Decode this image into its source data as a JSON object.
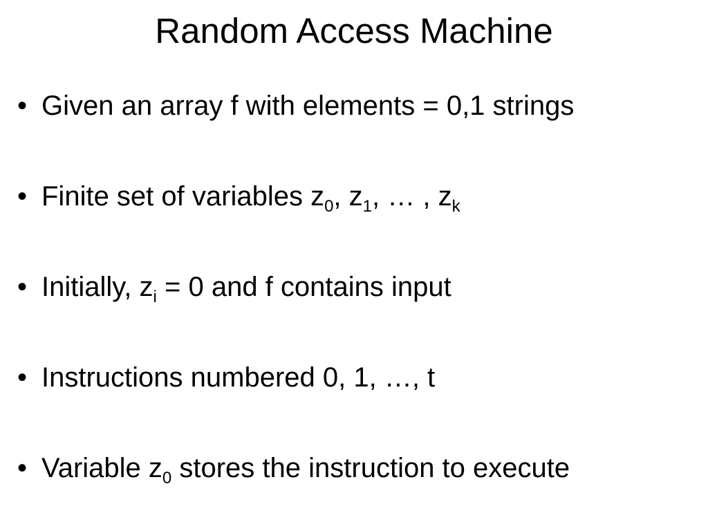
{
  "slide": {
    "title": "Random Access Machine",
    "bullet_glyph": "•",
    "bullets": [
      {
        "parts": [
          "Given an array f with elements = 0,1 strings"
        ]
      },
      {
        "parts": [
          "Finite set of variables z",
          "0",
          ", z",
          "1",
          ", … , z",
          "k"
        ]
      },
      {
        "parts": [
          "Initially, z",
          "i",
          " = 0 and f contains input"
        ]
      },
      {
        "parts": [
          "Instructions numbered 0, 1, …, t"
        ]
      },
      {
        "parts": [
          "Variable z",
          "0",
          " stores the instruction to execute"
        ]
      }
    ]
  }
}
